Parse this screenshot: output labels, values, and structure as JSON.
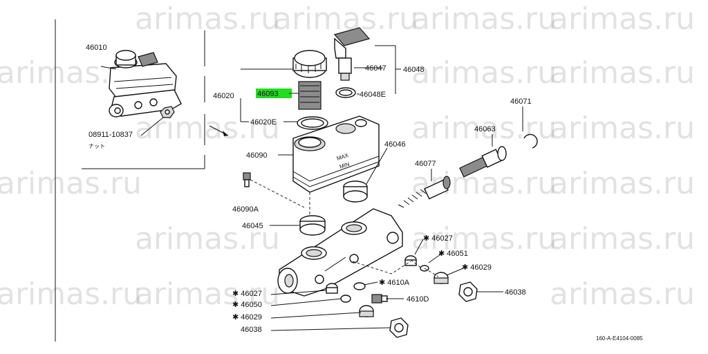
{
  "watermark": "arimas.ru",
  "inset": {
    "assembly_label": "46010",
    "nut_label": "08911-10837",
    "nut_sublabel": "ナット"
  },
  "labels": {
    "l46020": "46020",
    "l46093": "46093",
    "l46020E": "46020E",
    "l46047": "46047",
    "l46048": "46048",
    "l46048E": "46048E",
    "l46071": "46071",
    "l46063": "46063",
    "l46090": "46090",
    "l46046": "46046",
    "l46077": "46077",
    "l46090A": "46090A",
    "l46045": "46045",
    "l46027a": "46027",
    "l46051": "46051",
    "l46029a": "46029",
    "l46038a": "46038",
    "l4610A": "4610A",
    "l4610D": "4610D",
    "l46027b": "46027",
    "l46050": "46050",
    "l46029b": "46029",
    "l46038b": "46038",
    "reservoir_max": "MAX",
    "reservoir_min": "MIN"
  },
  "reference": "160-A-E4104-0085",
  "colors": {
    "highlight": "#22dd22",
    "line": "#111111"
  }
}
